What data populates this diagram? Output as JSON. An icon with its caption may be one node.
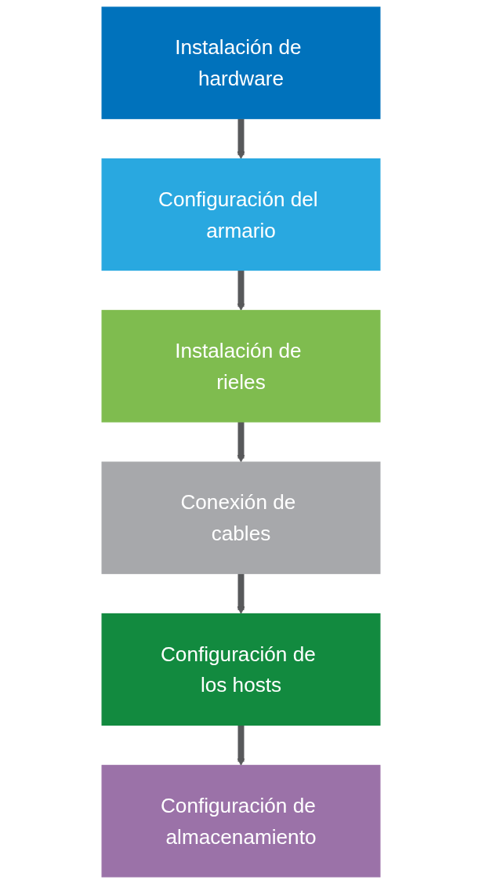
{
  "diagram": {
    "nodes": [
      {
        "text": [
          "Instalación de hardware"
        ]
      },
      {
        "text": [
          "Configuración del armario"
        ]
      },
      {
        "text": [
          "Instalación de rieles"
        ]
      },
      {
        "text": [
          "Conexión de cables"
        ]
      },
      {
        "text": [
          "Configuración de los hosts"
        ]
      },
      {
        "text": [
          "Configuración de almacenamiento"
        ]
      }
    ],
    "edges": [
      {
        "from": 0,
        "to": 1,
        "arrow": "to"
      },
      {
        "from": 1,
        "to": 2,
        "arrow": "to"
      },
      {
        "from": 2,
        "to": 3,
        "arrow": "to"
      },
      {
        "from": 3,
        "to": 4,
        "arrow": "to"
      },
      {
        "from": 4,
        "to": 5,
        "arrow": "to"
      }
    ]
  }
}
